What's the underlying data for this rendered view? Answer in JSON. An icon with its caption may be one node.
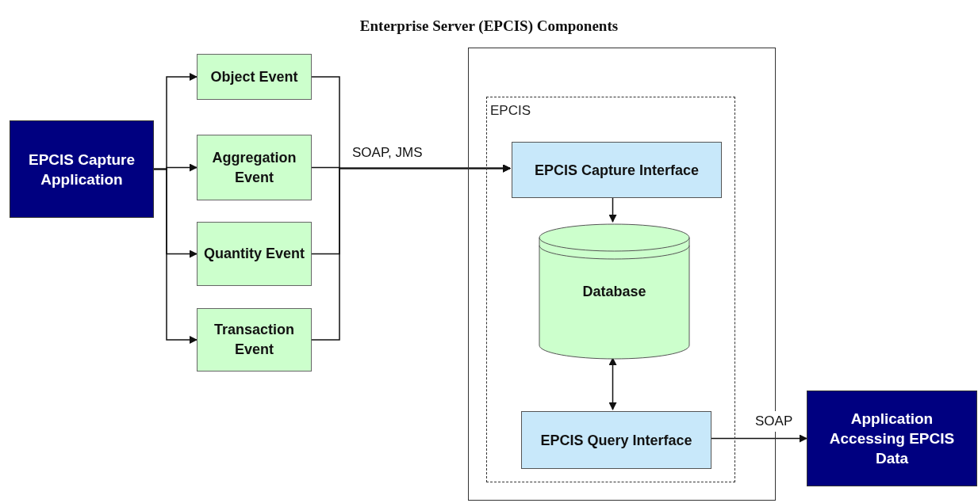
{
  "diagram": {
    "title": "Enterprise Server (EPCIS) Components",
    "nodes": [
      {
        "text": [
          "EPCIS Capture Application"
        ]
      },
      {
        "text": [
          "Object Event"
        ]
      },
      {
        "text": [
          "Aggregation Event"
        ]
      },
      {
        "text": [
          "Quantity Event"
        ]
      },
      {
        "text": [
          "Transaction Event"
        ]
      },
      {
        "text": [],
        "shape": "box"
      },
      {
        "text": [
          "EPCIS"
        ],
        "in": 5
      },
      {
        "text": [
          "EPCIS Capture Interface"
        ],
        "in": 6
      },
      {
        "text": [
          "Database"
        ],
        "in": 6
      },
      {
        "text": [
          "EPCIS Query Interface"
        ],
        "in": 6
      },
      {
        "text": [
          "Application Accessing EPCIS Data"
        ]
      }
    ],
    "edges": [
      {
        "from": 0,
        "to": 1,
        "arrow": "to"
      },
      {
        "from": 0,
        "to": 2,
        "arrow": "to"
      },
      {
        "from": 0,
        "to": 3,
        "arrow": "to"
      },
      {
        "from": 0,
        "to": 4,
        "arrow": "to"
      },
      {
        "from": 1,
        "to": 7,
        "arrow": "to"
      },
      {
        "from": 2,
        "to": 7,
        "arrow": "to",
        "label": "SOAP, JMS"
      },
      {
        "from": 3,
        "to": 7,
        "arrow": "to"
      },
      {
        "from": 4,
        "to": 7,
        "arrow": "to"
      },
      {
        "from": 7,
        "to": 8,
        "arrow": "to"
      },
      {
        "from": 8,
        "to": 9,
        "arrow": "both"
      },
      {
        "from": 9,
        "to": 10,
        "arrow": "to",
        "label": "SOAP"
      }
    ]
  }
}
